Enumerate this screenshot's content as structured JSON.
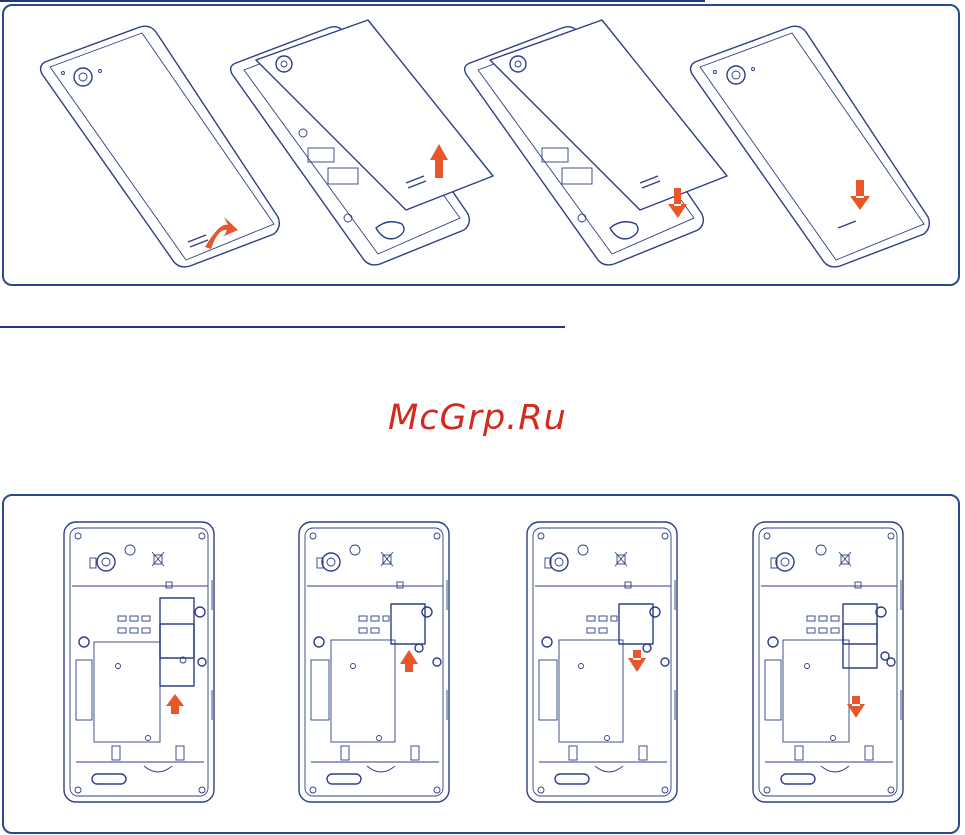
{
  "watermark": {
    "text": "McGrp.Ru"
  },
  "colors": {
    "line": "#2e3e86",
    "frame": "#2a4a8f",
    "arrow": "#e8562a",
    "watermark": "#d12a1e"
  },
  "panels": [
    {
      "name": "back-cover-removal-steps",
      "steps": 4
    },
    {
      "name": "sim-card-steps",
      "steps": 4
    }
  ]
}
